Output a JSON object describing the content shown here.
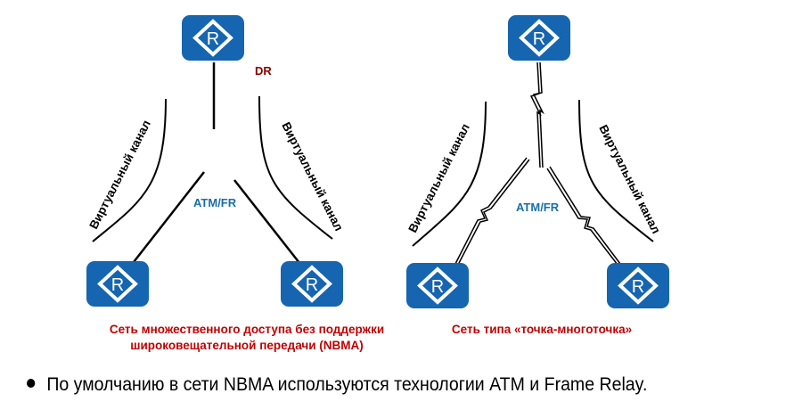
{
  "colors": {
    "router": "#1565b0",
    "network_label": "#1a6fa6",
    "dr_label": "#8b0000",
    "caption": "#c00000"
  },
  "router_label": "R",
  "left_diagram": {
    "dr_label": "DR",
    "network_label": "ATM/FR",
    "vc_left_label": "Виртуальный канал",
    "vc_right_label": "Виртуальный канал",
    "caption_line1": "Сеть множественного доступа без поддержки",
    "caption_line2": "широковещательной передачи (NBMA)"
  },
  "right_diagram": {
    "network_label": "ATM/FR",
    "vc_left_label": "Виртуальный канал",
    "vc_right_label": "Виртуальный канал",
    "caption": "Сеть типа  «точка-многоточка»"
  },
  "bullet": {
    "icon": "bullet-dot",
    "text": "По умолчанию  в сети NBMA используются  технологии ATM и Frame Relay."
  }
}
